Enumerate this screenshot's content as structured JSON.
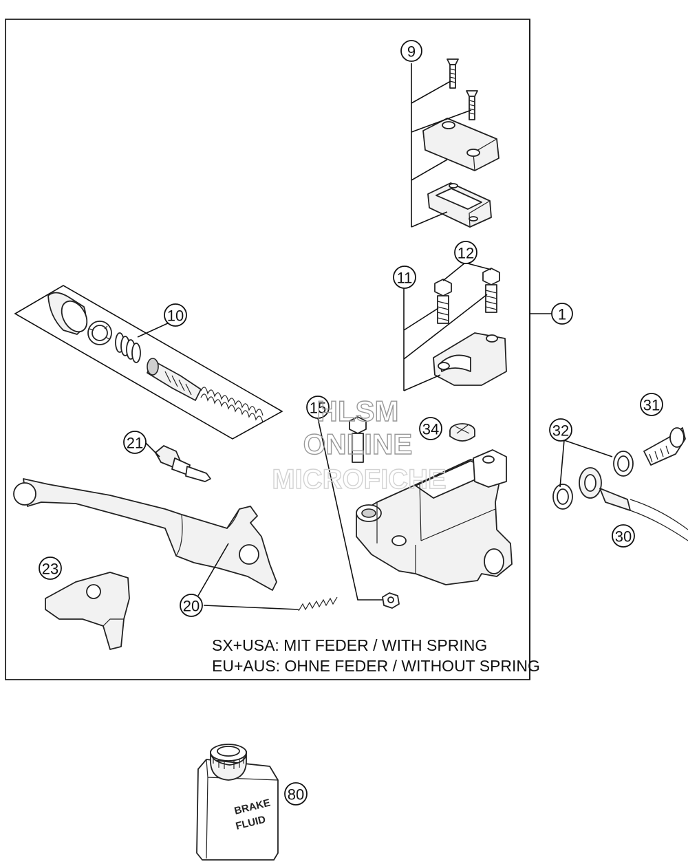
{
  "callouts": [
    "1",
    "9",
    "10",
    "11",
    "12",
    "15",
    "20",
    "21",
    "23",
    "30",
    "31",
    "32",
    "34",
    "80"
  ],
  "notes": {
    "line1": "SX+USA:  MIT FEDER / WITH SPRING",
    "line2": "EU+AUS:  OHNE FEDER / WITHOUT SPRING"
  },
  "watermark": {
    "line1": "HLSM",
    "line2": "ONLINE",
    "line3": "MICROFICHE"
  },
  "bottle_label": {
    "line1": "BRAKE",
    "line2": "FLUID"
  }
}
